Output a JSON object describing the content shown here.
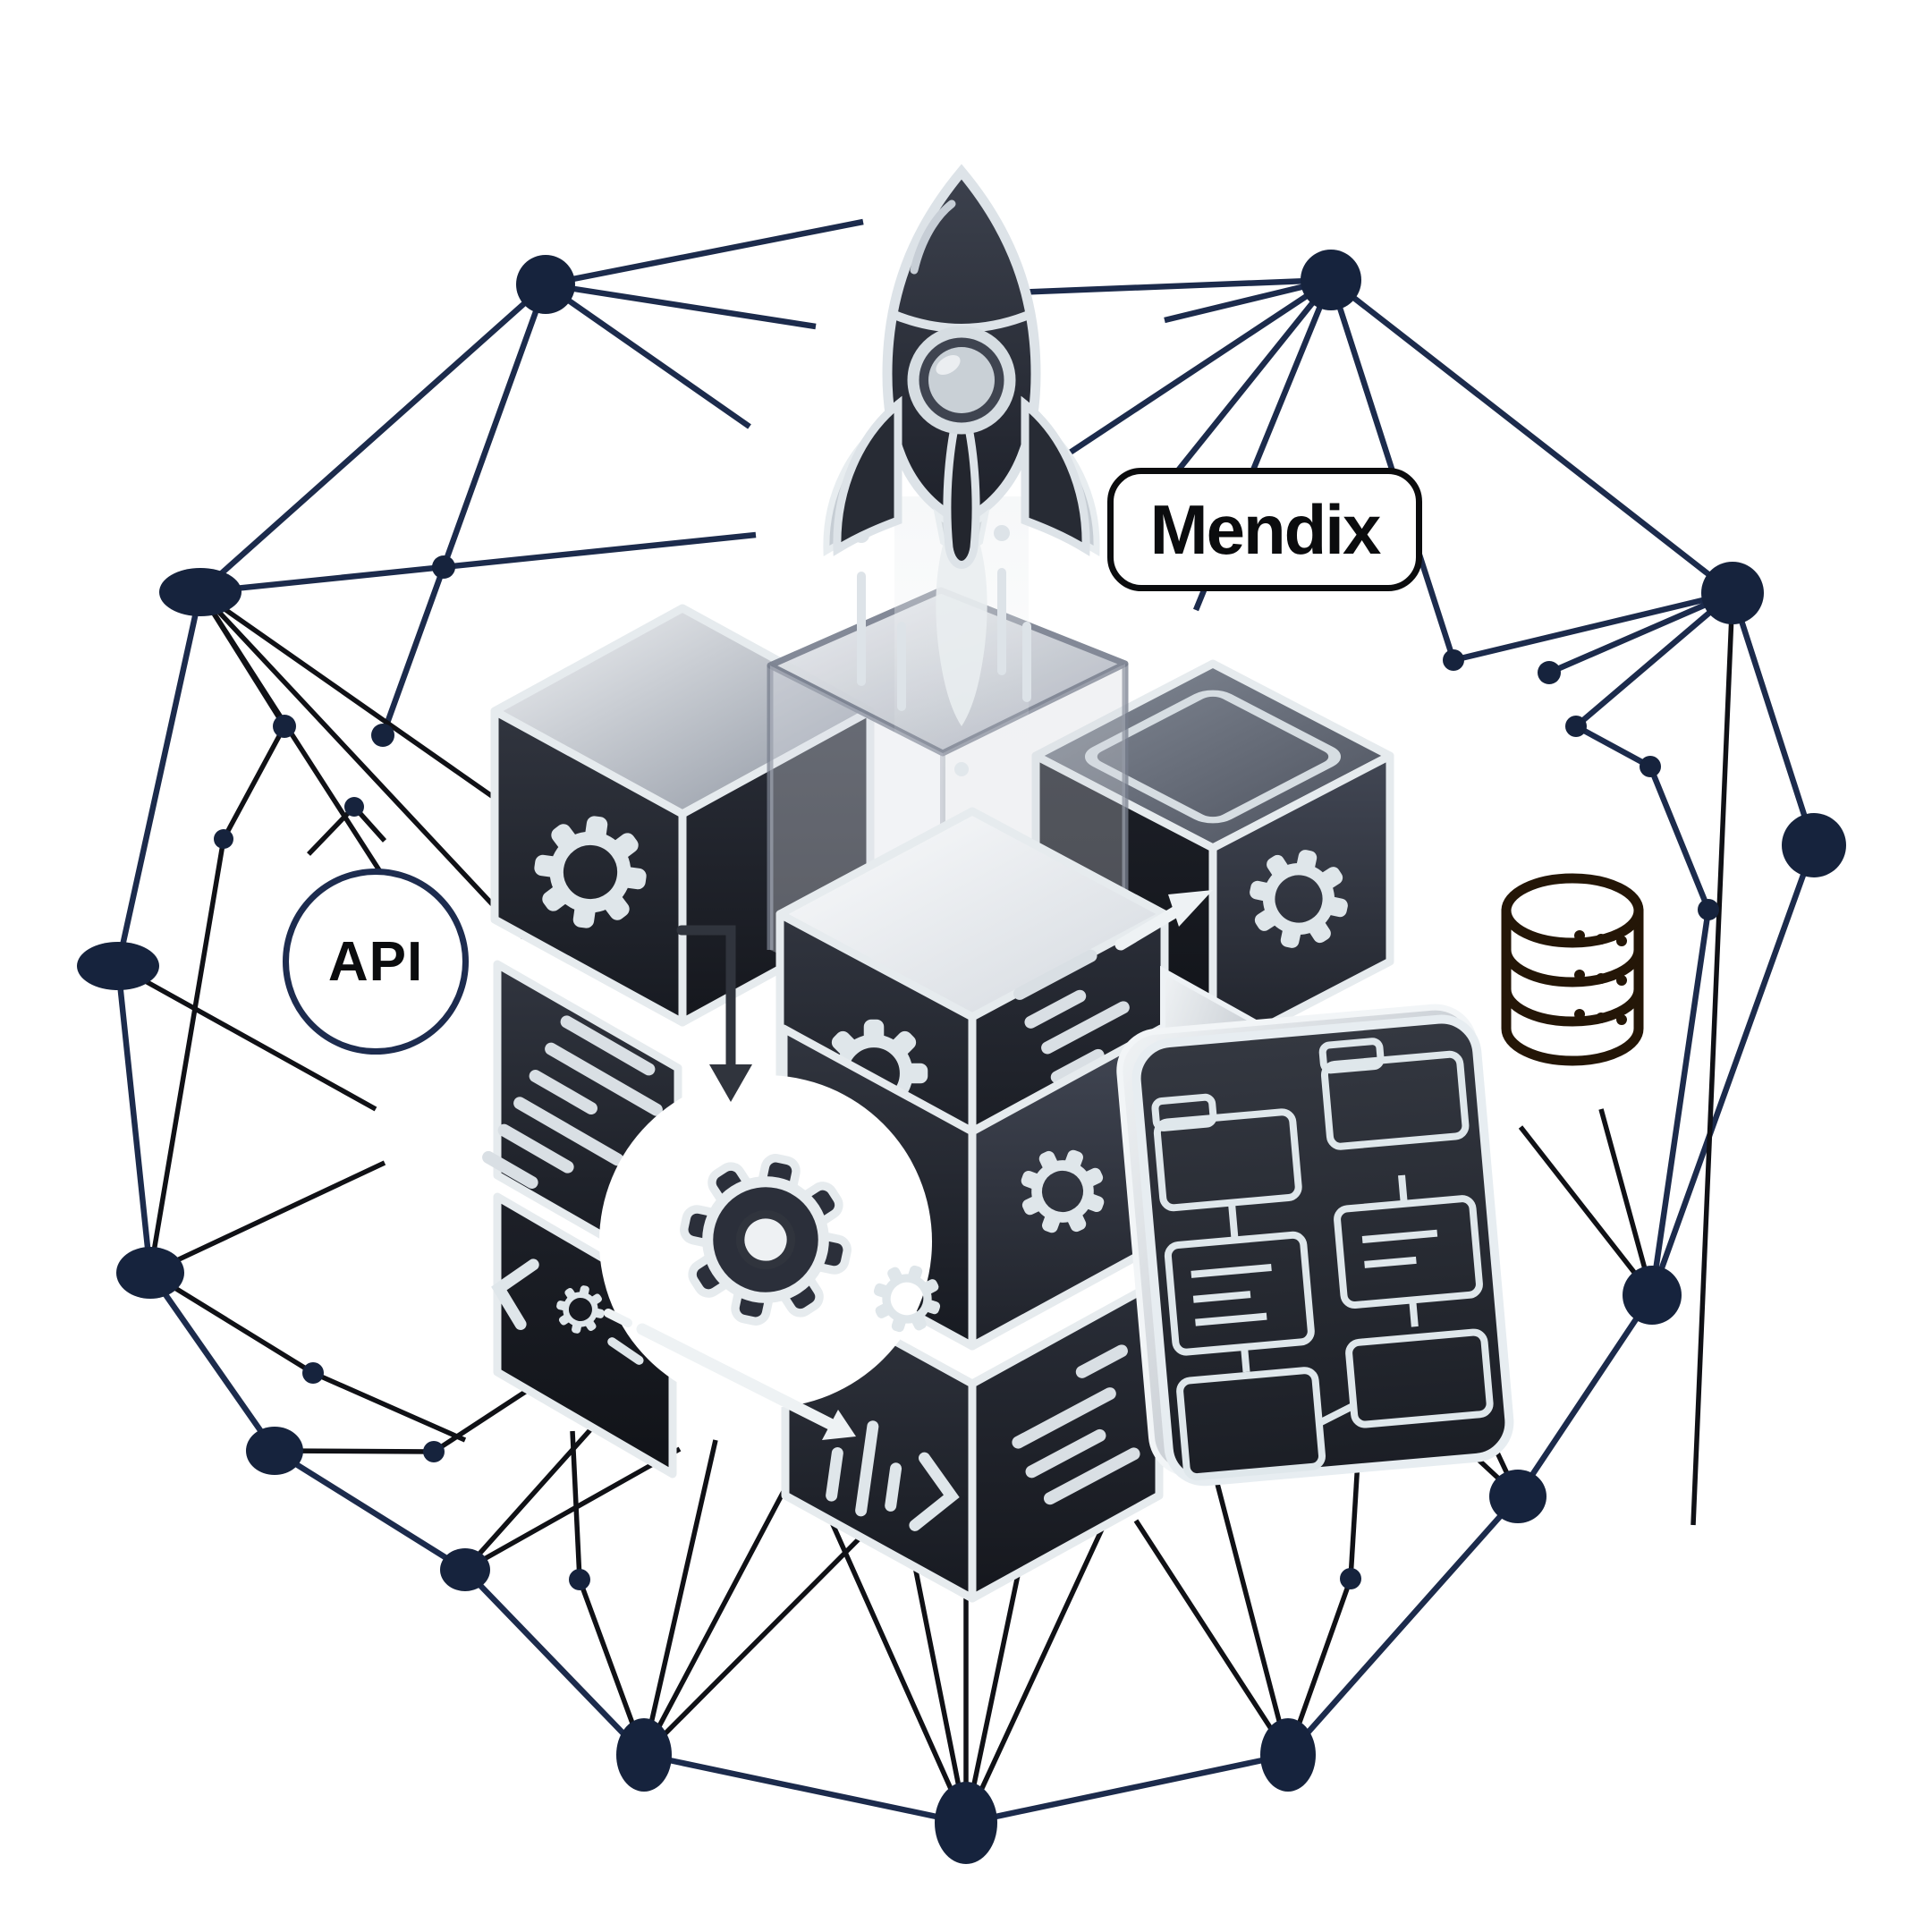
{
  "labels": {
    "mendix": "Mendix",
    "api": "API"
  },
  "colors": {
    "background": "#ffffff",
    "node": "#16233d",
    "edge_navy": "#1c2b4c",
    "edge_black": "#101116",
    "cube_face_dark": "#22252e",
    "cube_face_mid": "#3e434f",
    "cube_top_light": "#e7eaee",
    "icon_stroke_light": "#dfe6ea",
    "database_stroke": "#241607",
    "badge_border_black": "#0b0c0e",
    "badge_border_navy": "#1d2c4f"
  },
  "icons": {
    "center": [
      "rocket-icon",
      "gear-icon",
      "code-gear-icon",
      "code-pipe-icon",
      "text-lines",
      "arrow-down-icon",
      "arrow-right-icon",
      "arrow-diagonal-icon",
      "ghost-cube",
      "rounded-square-icon"
    ],
    "right": [
      "database-icon",
      "flowchart-panel-icon",
      "folder-box-icon"
    ],
    "decor": [
      "network-node",
      "network-edge"
    ]
  },
  "network": {
    "nodes": [
      [
        610,
        318,
        33,
        33
      ],
      [
        224,
        662,
        46,
        27
      ],
      [
        132,
        1080,
        46,
        27
      ],
      [
        168,
        1423,
        38,
        29
      ],
      [
        307,
        1622,
        32,
        27
      ],
      [
        520,
        1755,
        28,
        24
      ],
      [
        720,
        1962,
        31,
        41
      ],
      [
        1080,
        2038,
        35,
        46
      ],
      [
        1440,
        1962,
        31,
        41
      ],
      [
        1697,
        1673,
        32,
        30
      ],
      [
        1847,
        1448,
        33,
        33
      ],
      [
        2028,
        945,
        36,
        36
      ],
      [
        1937,
        663,
        35,
        35
      ],
      [
        1488,
        313,
        34,
        34
      ],
      [
        496,
        634,
        13,
        13
      ],
      [
        428,
        822,
        13,
        13
      ],
      [
        318,
        812,
        13,
        13
      ],
      [
        250,
        938,
        11,
        11
      ],
      [
        396,
        902,
        11,
        11
      ],
      [
        350,
        1535,
        12,
        12
      ],
      [
        485,
        1623,
        12,
        12
      ],
      [
        648,
        1766,
        12,
        12
      ],
      [
        1510,
        1765,
        12,
        12
      ],
      [
        1650,
        1573,
        12,
        12
      ],
      [
        1732,
        752,
        13,
        13
      ],
      [
        1762,
        812,
        12,
        12
      ],
      [
        1845,
        857,
        12,
        12
      ],
      [
        1910,
        1017,
        12,
        12
      ],
      [
        1574,
        580,
        13,
        13
      ],
      [
        1625,
        738,
        12,
        12
      ]
    ],
    "edges": [
      [
        610,
        318,
        224,
        662,
        "n"
      ],
      [
        224,
        662,
        132,
        1080,
        "n"
      ],
      [
        132,
        1080,
        168,
        1423,
        "n"
      ],
      [
        168,
        1423,
        307,
        1622,
        "n"
      ],
      [
        307,
        1622,
        520,
        1755,
        "n"
      ],
      [
        520,
        1755,
        720,
        1962,
        "n"
      ],
      [
        720,
        1962,
        1080,
        2038,
        "n"
      ],
      [
        1080,
        2038,
        1440,
        1962,
        "n"
      ],
      [
        1440,
        1962,
        1697,
        1673,
        "n"
      ],
      [
        1697,
        1673,
        1847,
        1448,
        "n"
      ],
      [
        1847,
        1448,
        2028,
        945,
        "n"
      ],
      [
        2028,
        945,
        1937,
        663,
        "n"
      ],
      [
        1937,
        663,
        1488,
        313,
        "n"
      ],
      [
        610,
        318,
        496,
        634,
        "n"
      ],
      [
        496,
        634,
        428,
        822,
        "n"
      ],
      [
        224,
        662,
        845,
        598,
        "n"
      ],
      [
        610,
        318,
        838,
        477,
        "n"
      ],
      [
        610,
        318,
        912,
        365,
        "n"
      ],
      [
        610,
        318,
        965,
        248,
        "n"
      ],
      [
        1488,
        313,
        1005,
        332,
        "n"
      ],
      [
        1488,
        313,
        1302,
        358,
        "n"
      ],
      [
        1488,
        313,
        1175,
        520,
        "n"
      ],
      [
        1488,
        313,
        1248,
        612,
        "n"
      ],
      [
        1488,
        313,
        1337,
        682,
        "n"
      ],
      [
        1488,
        313,
        1574,
        580,
        "n"
      ],
      [
        1574,
        580,
        1625,
        738,
        "n"
      ],
      [
        1625,
        738,
        1937,
        663,
        "n"
      ],
      [
        1937,
        663,
        1732,
        752,
        "n"
      ],
      [
        1937,
        663,
        1762,
        812,
        "n"
      ],
      [
        1762,
        812,
        1845,
        857,
        "n"
      ],
      [
        1845,
        857,
        1910,
        1017,
        "n"
      ],
      [
        1910,
        1017,
        1847,
        1448,
        "n"
      ],
      [
        224,
        662,
        480,
        1060,
        "b"
      ],
      [
        224,
        662,
        585,
        1048,
        "b"
      ],
      [
        224,
        662,
        690,
        988,
        "b"
      ],
      [
        224,
        662,
        318,
        812,
        "b"
      ],
      [
        318,
        812,
        250,
        938,
        "b"
      ],
      [
        250,
        938,
        168,
        1423,
        "b"
      ],
      [
        132,
        1080,
        420,
        1240,
        "b"
      ],
      [
        345,
        955,
        396,
        902,
        "b"
      ],
      [
        396,
        902,
        430,
        940,
        "b"
      ],
      [
        168,
        1423,
        350,
        1535,
        "b"
      ],
      [
        350,
        1535,
        520,
        1610,
        "b"
      ],
      [
        168,
        1423,
        430,
        1300,
        "b"
      ],
      [
        307,
        1622,
        485,
        1623,
        "b"
      ],
      [
        485,
        1623,
        650,
        1515,
        "b"
      ],
      [
        520,
        1755,
        690,
        1565,
        "b"
      ],
      [
        520,
        1755,
        760,
        1620,
        "b"
      ],
      [
        720,
        1962,
        648,
        1766,
        "b"
      ],
      [
        648,
        1766,
        640,
        1600,
        "b"
      ],
      [
        720,
        1962,
        800,
        1610,
        "b"
      ],
      [
        720,
        1962,
        880,
        1660,
        "b"
      ],
      [
        720,
        1962,
        1120,
        1560,
        "b"
      ],
      [
        1080,
        2038,
        880,
        1590,
        "b"
      ],
      [
        1080,
        2038,
        985,
        1560,
        "b"
      ],
      [
        1080,
        2038,
        1080,
        1545,
        "b"
      ],
      [
        1080,
        2038,
        1180,
        1560,
        "b"
      ],
      [
        1080,
        2038,
        1285,
        1595,
        "b"
      ],
      [
        1440,
        1962,
        1510,
        1765,
        "b"
      ],
      [
        1510,
        1765,
        1520,
        1600,
        "b"
      ],
      [
        1440,
        1962,
        1360,
        1655,
        "b"
      ],
      [
        1440,
        1962,
        1270,
        1700,
        "b"
      ],
      [
        1697,
        1673,
        1650,
        1573,
        "b"
      ],
      [
        1650,
        1573,
        1580,
        1420,
        "b"
      ],
      [
        1697,
        1673,
        1500,
        1490,
        "b"
      ],
      [
        1847,
        1448,
        1700,
        1260,
        "b"
      ],
      [
        1847,
        1448,
        1790,
        1240,
        "b"
      ],
      [
        1937,
        663,
        1893,
        1705,
        "b"
      ]
    ]
  }
}
